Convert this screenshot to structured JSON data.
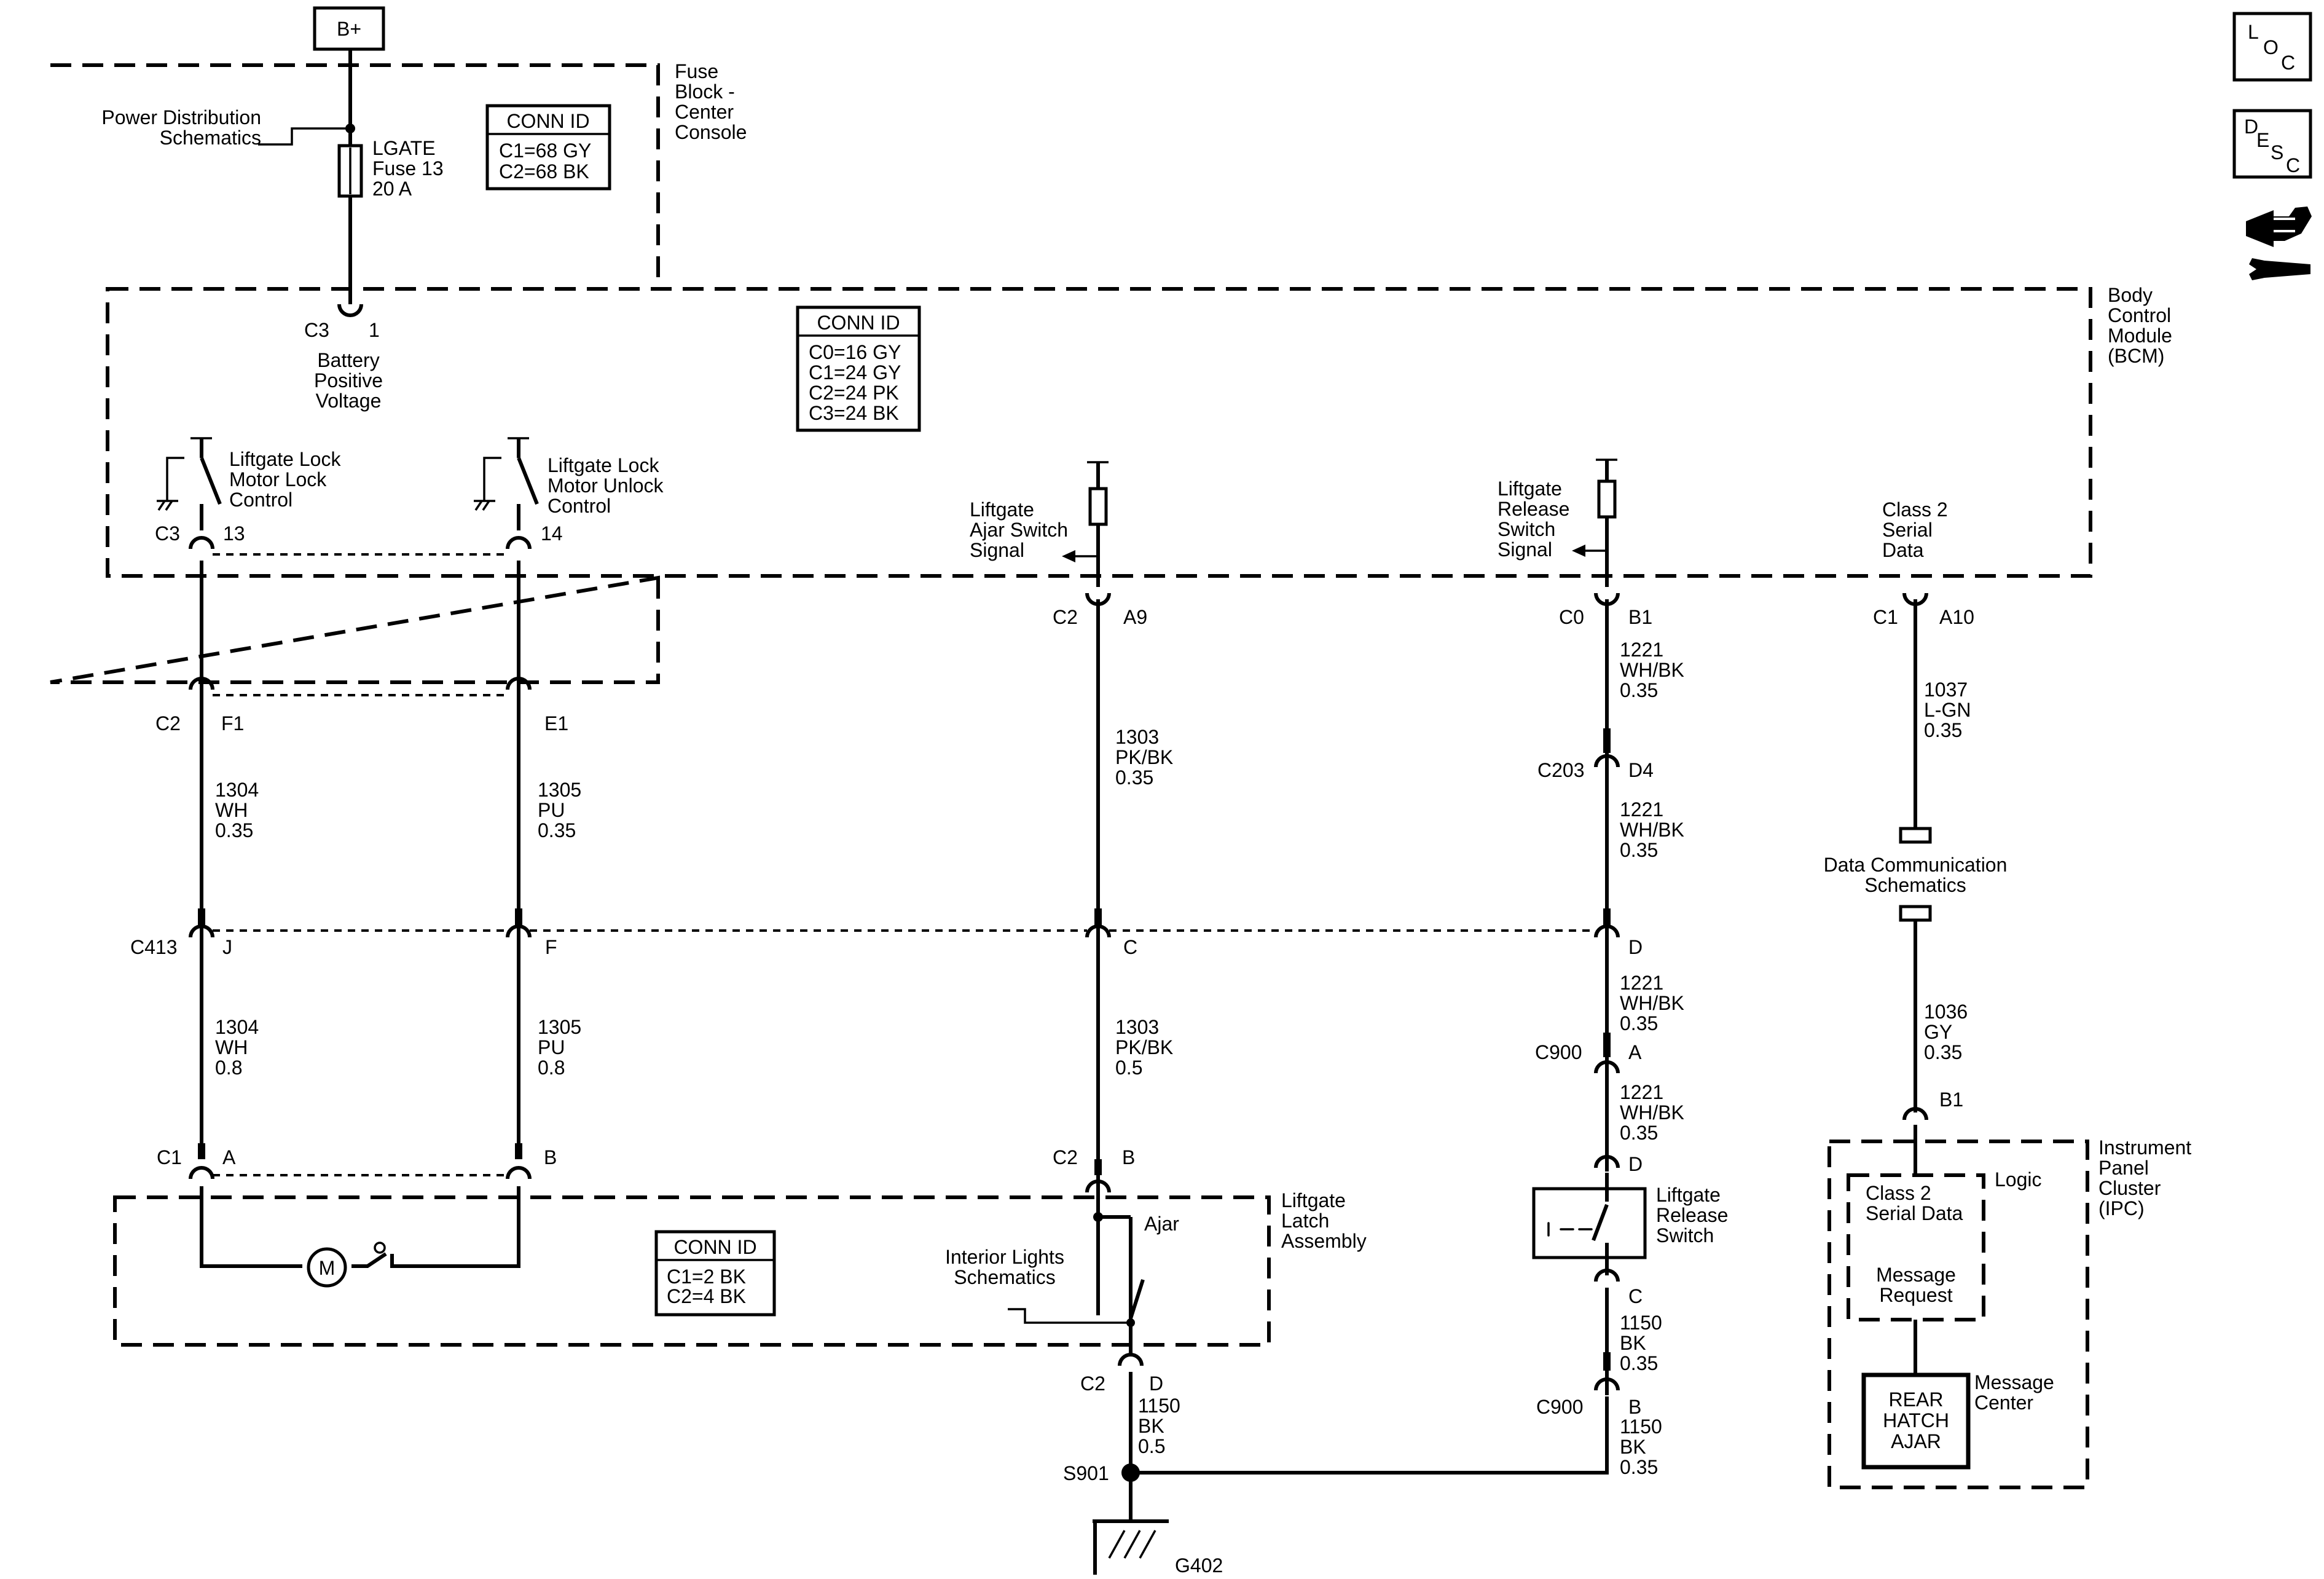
{
  "power": {
    "label": "B+"
  },
  "fuse_block": {
    "name": "Fuse\nBlock -\nCenter\nConsole",
    "power_ref": "Power Distribution\nSchematics",
    "fuse": "LGATE\nFuse 13\n20 A",
    "conn_title": "CONN ID",
    "conn_lines": [
      "C1=68 GY",
      "C2=68 BK"
    ]
  },
  "bcm": {
    "name": "Body\nControl\nModule\n(BCM)",
    "conn_title": "CONN ID",
    "conn_lines": [
      "C0=16 GY",
      "C1=24 GY",
      "C2=24 PK",
      "C3=24 BK"
    ],
    "battery_label": "Battery\nPositive\nVoltage",
    "lock_label": "Liftgate Lock\nMotor Lock\nControl",
    "unlock_label": "Liftgate Lock\nMotor Unlock\nControl",
    "ajar_label": "Liftgate\nAjar Switch\nSignal",
    "release_label": "Liftgate\nRelease\nSwitch\nSignal",
    "class2_label": "Class 2\nSerial\nData"
  },
  "connectors": {
    "bcm_c3_conn": "C3",
    "bcm_c3_pin": "1",
    "lock_conn": "C3",
    "lock_pin": "13",
    "unlock_pin": "14",
    "fb_c2_conn": "C2",
    "fb_f1": "F1",
    "fb_e1": "E1",
    "ajar_conn": "C2",
    "ajar_pin": "A9",
    "release_conn": "C0",
    "release_pin": "B1",
    "class2_conn": "C1",
    "class2_pin": "A10",
    "c203_conn": "C203",
    "c203_pin": "D4",
    "c413_conn": "C413",
    "c413_j": "J",
    "c413_f": "F",
    "c413_c": "C",
    "c413_d": "D",
    "c900a_conn": "C900",
    "c900a_pin": "A",
    "latch_c1": "C1",
    "latch_a": "A",
    "latch_b": "B",
    "latch_c2": "C2",
    "latch_c2_b": "B",
    "latch_c2_d_conn": "C2",
    "latch_c2_d": "D",
    "switch_d": "D",
    "switch_c": "C",
    "c900b_conn": "C900",
    "c900b_pin": "B",
    "ipc_b1": "B1",
    "splice": "S901",
    "ground": "G402"
  },
  "wires": {
    "w1304a": "1304\nWH\n0.35",
    "w1305a": "1305\nPU\n0.35",
    "w1303a": "1303\nPK/BK\n0.35",
    "w1221a": "1221\nWH/BK\n0.35",
    "w1221b": "1221\nWH/BK\n0.35",
    "w1037": "1037\nL-GN\n0.35",
    "w1304b": "1304\nWH\n0.8",
    "w1305b": "1305\nPU\n0.8",
    "w1303b": "1303\nPK/BK\n0.5",
    "w1221c": "1221\nWH/BK\n0.35",
    "w1221d": "1221\nWH/BK\n0.35",
    "w1036": "1036\nGY\n0.35",
    "w1150a": "1150\nBK\n0.5",
    "w1150b": "1150\nBK\n0.35",
    "w1150c": "1150\nBK\n0.35"
  },
  "latch": {
    "name": "Liftgate\nLatch\nAssembly",
    "conn_title": "CONN ID",
    "conn_lines": [
      "C1=2 BK",
      "C2=4 BK"
    ],
    "motor": "M",
    "ajar": "Ajar",
    "interior_ref": "Interior Lights\nSchematics"
  },
  "release_switch": {
    "name": "Liftgate\nRelease\nSwitch"
  },
  "data_comm": {
    "label": "Data Communication\nSchematics"
  },
  "ipc": {
    "name": "Instrument\nPanel\nCluster\n(IPC)",
    "logic": "Logic",
    "serial": "Class 2\nSerial Data",
    "message_request": "Message\nRequest",
    "message_center": "Message\nCenter",
    "display": "REAR\nHATCH\nAJAR"
  },
  "side_icons": {
    "loc": [
      "L",
      "O",
      "C"
    ],
    "desc": [
      "D",
      "E",
      "S",
      "C"
    ],
    "tool_icon": "hand-wrench-icon"
  }
}
